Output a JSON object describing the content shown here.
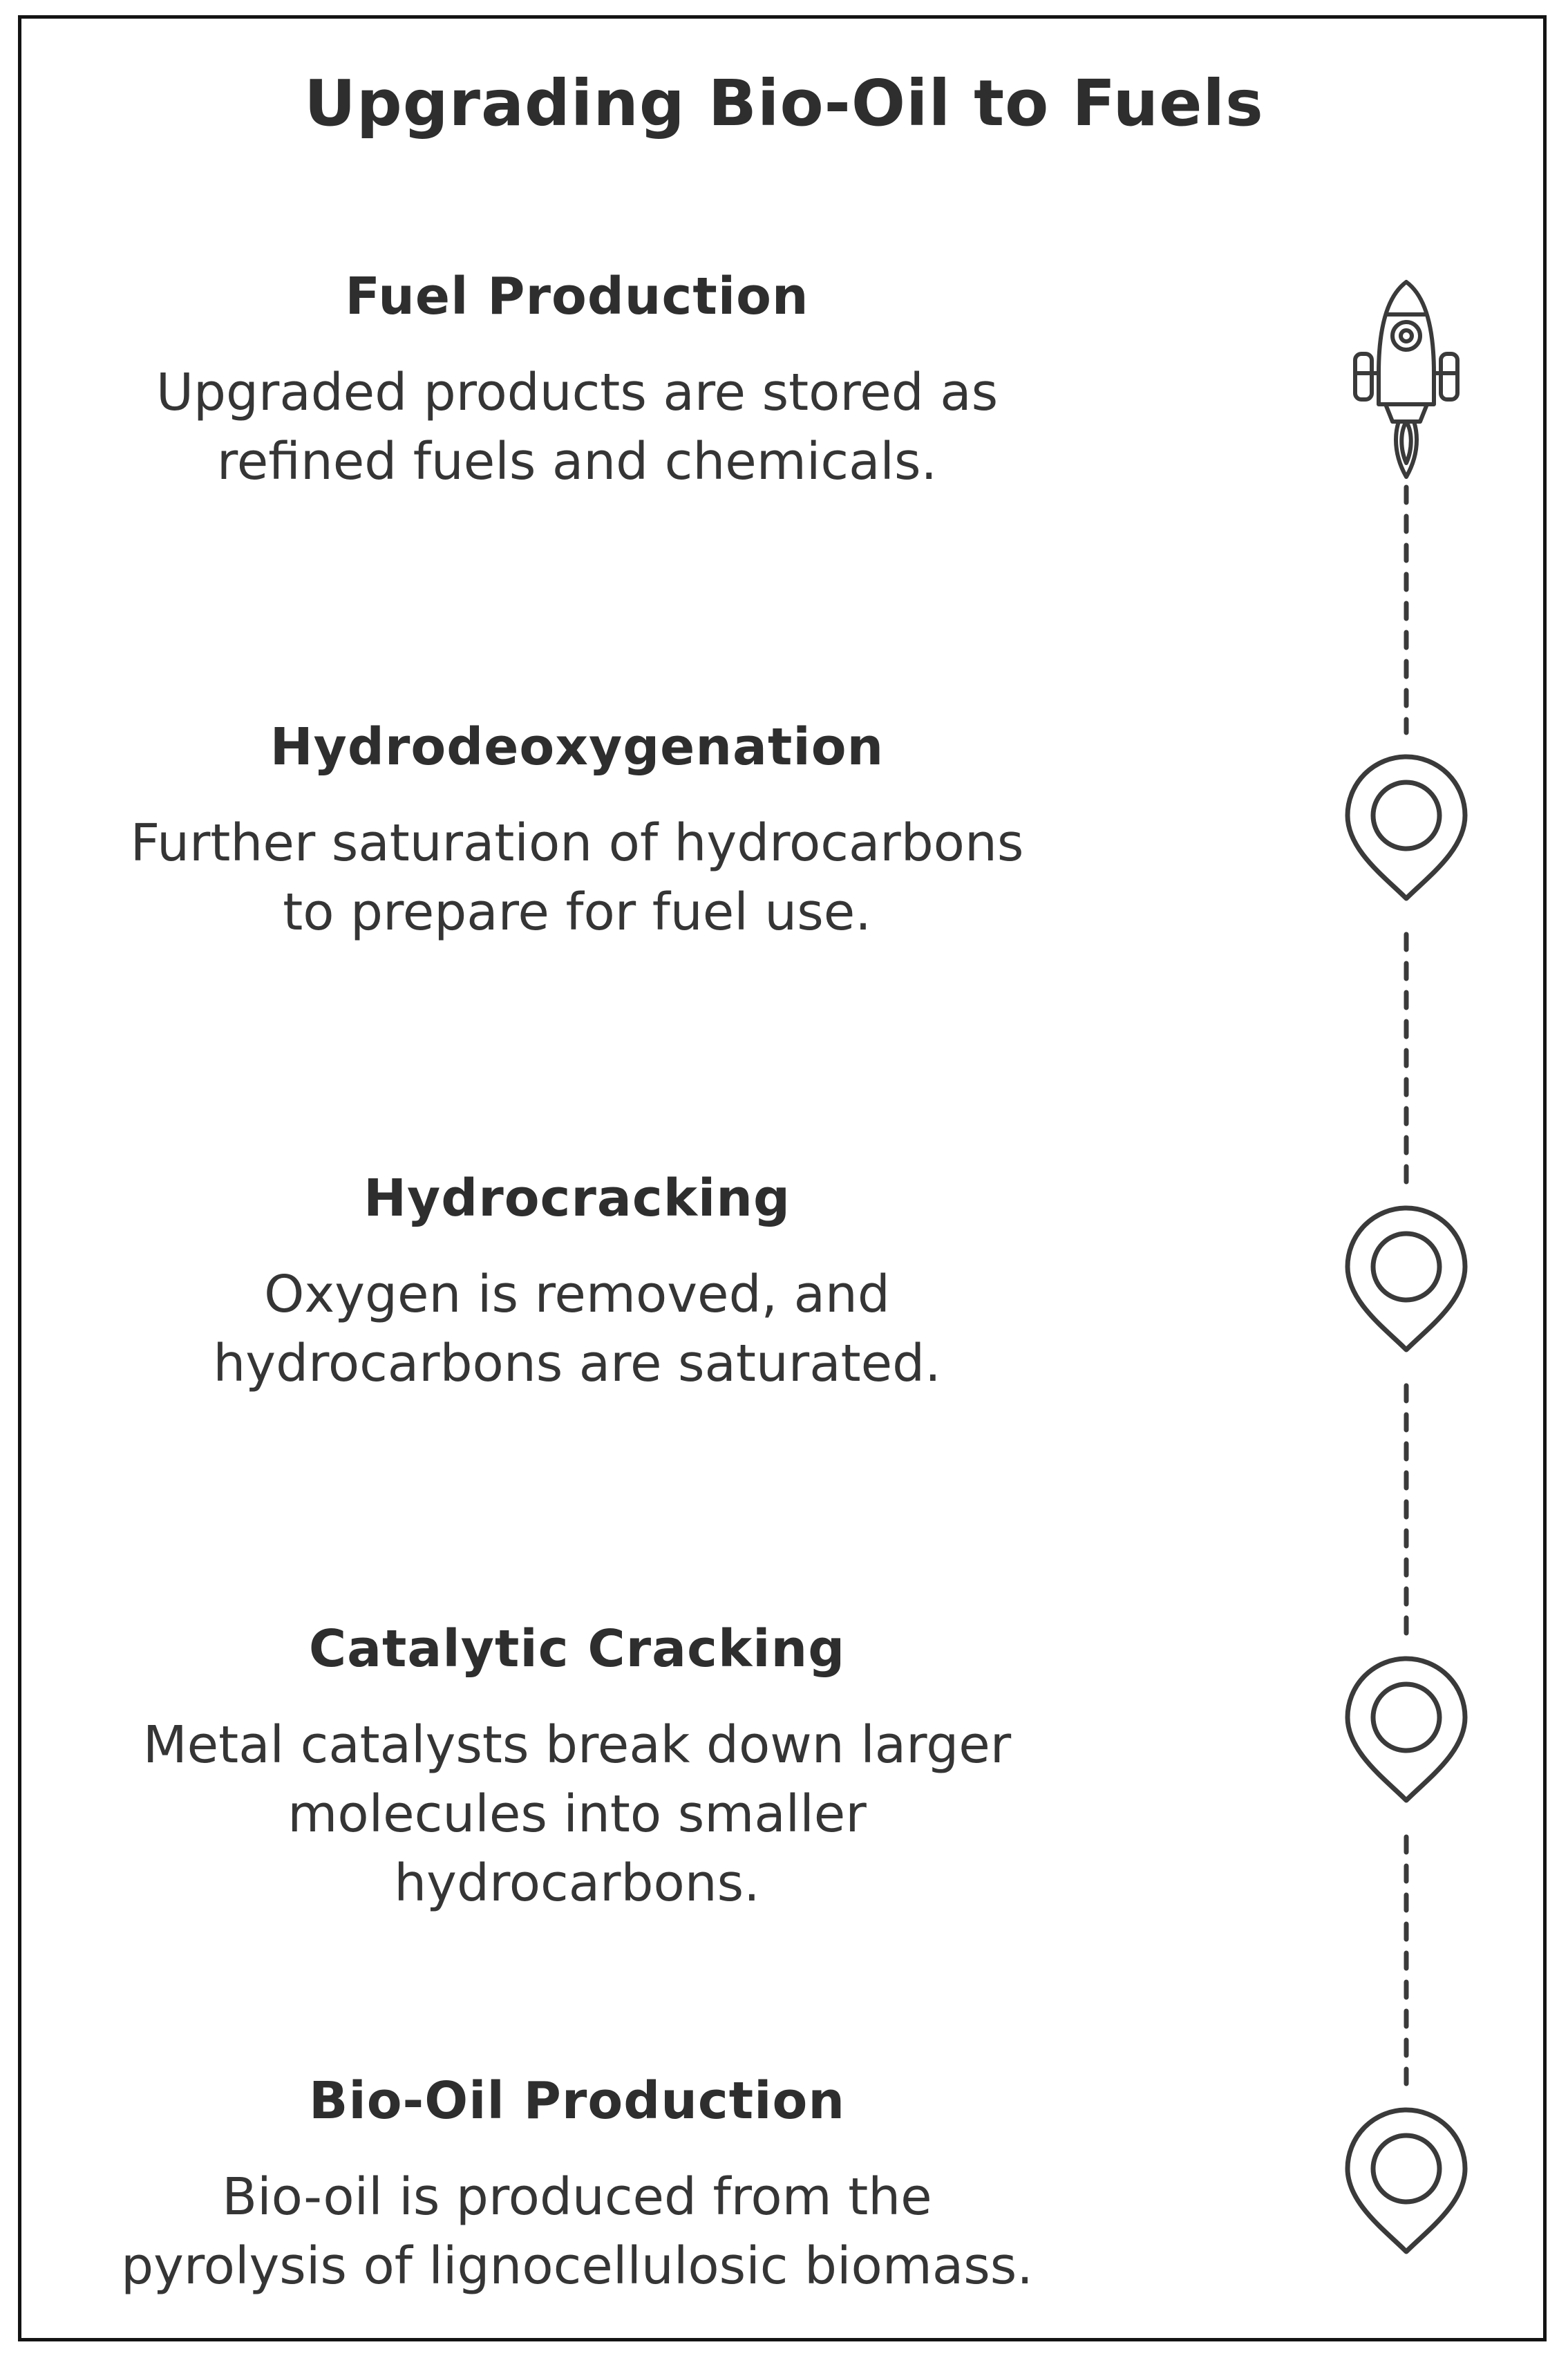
{
  "title": "Upgrading Bio-Oil to Fuels",
  "steps": [
    {
      "heading": "Fuel Production",
      "lines": [
        "Upgraded products are stored as",
        "refined fuels and chemicals."
      ],
      "icon": "rocket-icon"
    },
    {
      "heading": "Hydrodeoxygenation",
      "lines": [
        "Further saturation of hydrocarbons",
        "to prepare for fuel use."
      ],
      "icon": "location-pin-icon"
    },
    {
      "heading": "Hydrocracking",
      "lines": [
        "Oxygen is removed, and",
        "hydrocarbons are saturated."
      ],
      "icon": "location-pin-icon"
    },
    {
      "heading": "Catalytic Cracking",
      "lines": [
        "Metal catalysts break down larger",
        "molecules into smaller",
        "hydrocarbons."
      ],
      "icon": "location-pin-icon"
    },
    {
      "heading": "Bio-Oil Production",
      "lines": [
        "Bio-oil is produced from the",
        "pyrolysis of lignocellulosic biomass."
      ],
      "icon": "location-pin-icon"
    }
  ],
  "colors": {
    "text": "#2f2f2f",
    "line": "#3a3a3a",
    "border": "#141414"
  }
}
